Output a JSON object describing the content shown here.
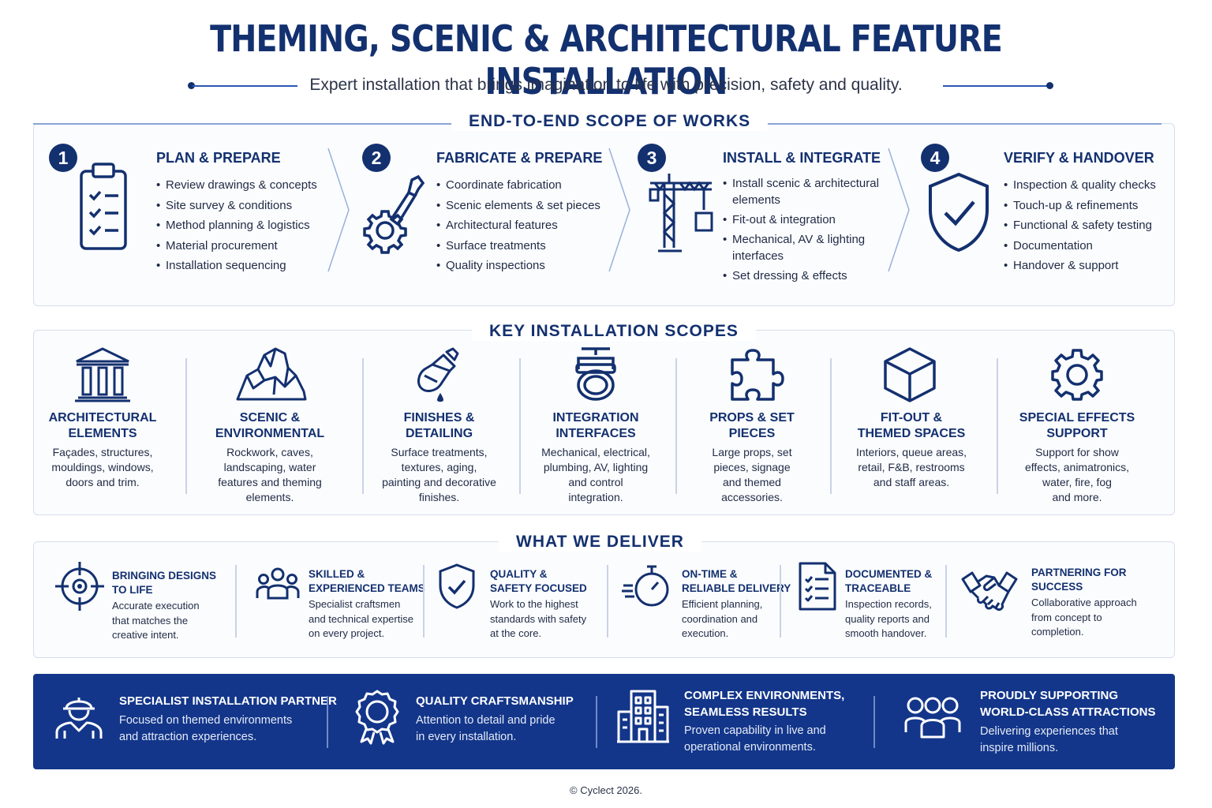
{
  "header": {
    "title": "THEMING, SCENIC & ARCHITECTURAL FEATURE INSTALLATION",
    "subtitle": "Expert installation that brings imagination to life with precision, safety and quality."
  },
  "scope_of_works": {
    "heading": "END-TO-END SCOPE OF WORKS",
    "steps": [
      {
        "number": "1",
        "icon": "clipboard-checklist-icon",
        "title": "PLAN & PREPARE",
        "items": [
          "Review drawings & concepts",
          "Site survey & conditions",
          "Method planning & logistics",
          "Material procurement",
          "Installation sequencing"
        ]
      },
      {
        "number": "2",
        "icon": "wrench-gear-icon",
        "title": "FABRICATE & PREPARE",
        "items": [
          "Coordinate fabrication",
          "Scenic elements & set pieces",
          "Architectural features",
          "Surface treatments",
          "Quality inspections"
        ]
      },
      {
        "number": "3",
        "icon": "crane-icon",
        "title": "INSTALL & INTEGRATE",
        "items": [
          "Install scenic & architectural elements",
          "Fit-out & integration",
          "Mechanical, AV & lighting interfaces",
          "Set dressing & effects"
        ]
      },
      {
        "number": "4",
        "icon": "shield-check-icon",
        "title": "VERIFY & HANDOVER",
        "items": [
          "Inspection & quality checks",
          "Touch-up & refinements",
          "Functional & safety testing",
          "Documentation",
          "Handover & support"
        ]
      }
    ]
  },
  "key_scopes": {
    "heading": "KEY INSTALLATION SCOPES",
    "items": [
      {
        "icon": "columns-building-icon",
        "title": "ARCHITECTURAL\nELEMENTS",
        "desc": "Façades, structures,\nmouldings, windows,\ndoors and trim."
      },
      {
        "icon": "rockwork-icon",
        "title": "SCENIC &\nENVIRONMENTAL",
        "desc": "Rockwork, caves,\nlandscaping, water\nfeatures and theming\nelements."
      },
      {
        "icon": "paintbrush-icon",
        "title": "FINISHES &\nDETAILING",
        "desc": "Surface treatments,\ntextures, aging,\npainting and decorative\nfinishes."
      },
      {
        "icon": "spotlight-icon",
        "title": "INTEGRATION\nINTERFACES",
        "desc": "Mechanical, electrical,\nplumbing, AV, lighting\nand control\nintegration."
      },
      {
        "icon": "puzzle-piece-icon",
        "title": "PROPS & SET\nPIECES",
        "desc": "Large props, set\npieces, signage\nand themed\naccessories."
      },
      {
        "icon": "cube-icon",
        "title": "FIT-OUT &\nTHEMED SPACES",
        "desc": "Interiors, queue areas,\nretail, F&B, restrooms\nand staff areas."
      },
      {
        "icon": "gear-icon",
        "title": "SPECIAL EFFECTS\nSUPPORT",
        "desc": "Support for show\neffects, animatronics,\nwater, fire, fog\nand more."
      }
    ]
  },
  "deliver": {
    "heading": "WHAT WE DELIVER",
    "items": [
      {
        "icon": "target-icon",
        "title": "BRINGING DESIGNS\nTO LIFE",
        "desc": "Accurate execution\nthat matches the\ncreative intent."
      },
      {
        "icon": "team-icon",
        "title": "SKILLED &\nEXPERIENCED TEAMS",
        "desc": "Specialist craftsmen\nand technical expertise\non every project."
      },
      {
        "icon": "shield-check-icon",
        "title": "QUALITY &\nSAFETY FOCUSED",
        "desc": "Work to the highest\nstandards with safety\nat the core."
      },
      {
        "icon": "stopwatch-icon",
        "title": "ON-TIME &\nRELIABLE DELIVERY",
        "desc": "Efficient planning,\ncoordination and\nexecution."
      },
      {
        "icon": "document-checklist-icon",
        "title": "DOCUMENTED &\nTRACEABLE",
        "desc": "Inspection records,\nquality reports and\nsmooth handover."
      },
      {
        "icon": "handshake-icon",
        "title": "PARTNERING FOR\nSUCCESS",
        "desc": "Collaborative approach\nfrom concept to\ncompletion."
      }
    ]
  },
  "band": {
    "items": [
      {
        "icon": "hardhat-worker-icon",
        "title": "SPECIALIST INSTALLATION PARTNER",
        "desc": "Focused on themed environments\nand attraction experiences."
      },
      {
        "icon": "award-rosette-icon",
        "title": "QUALITY CRAFTSMANSHIP",
        "desc": "Attention to detail and pride\nin every installation."
      },
      {
        "icon": "buildings-icon",
        "title": "COMPLEX ENVIRONMENTS,\nSEAMLESS RESULTS",
        "desc": "Proven capability in live and\noperational environments."
      },
      {
        "icon": "audience-icon",
        "title": "PROUDLY SUPPORTING\nWORLD-CLASS ATTRACTIONS",
        "desc": "Delivering experiences that\ninspire millions."
      }
    ]
  },
  "footer": {
    "copyright": "© Cyclect 2026."
  },
  "colors": {
    "navy": "#13306f",
    "band": "#13368a",
    "accent_line": "#2a57b5"
  }
}
